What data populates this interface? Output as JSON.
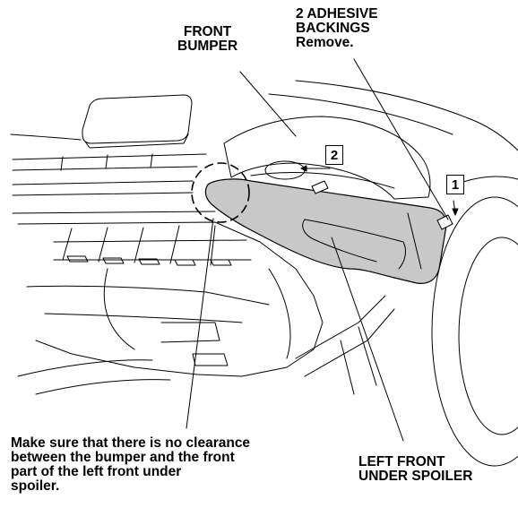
{
  "labels": {
    "front_bumper": "FRONT\nBUMPER",
    "adhesive": "2 ADHESIVE\nBACKINGS\nRemove.",
    "note": "Make sure that there is no clearance\nbetween the bumper and the front\npart of the left front under\nspoiler.",
    "spoiler": "LEFT FRONT\nUNDER SPOILER"
  },
  "callouts": {
    "one": "1",
    "two": "2"
  },
  "colors": {
    "line": "#000000",
    "spoiler_fill": "#c8c8c8",
    "background": "#ffffff"
  }
}
